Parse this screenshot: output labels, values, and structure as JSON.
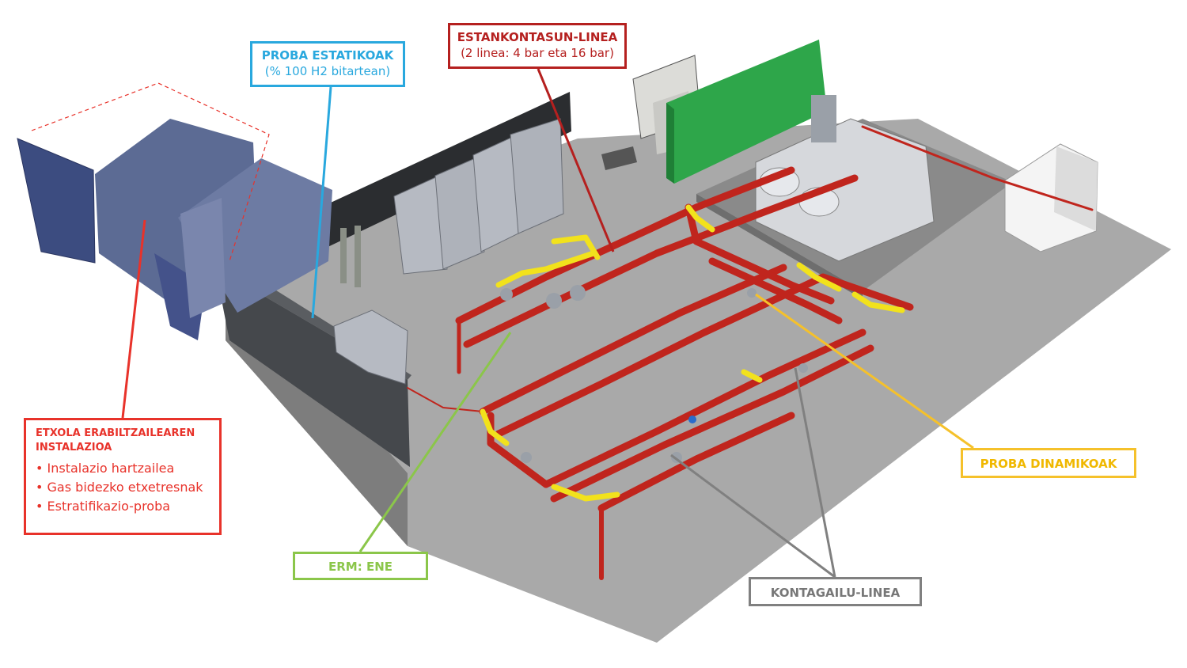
{
  "labels": {
    "static_tests": {
      "title": "PROBA ESTATIKOAK",
      "subtitle": "(% 100 H2 bitartean)",
      "color": "#29a8de"
    },
    "tightness_line": {
      "title": "ESTANKONTASUN-LINEA",
      "subtitle": "(2 linea: 4 bar eta 16 bar)",
      "color": "#b5201f"
    },
    "hut_installation": {
      "title_line1": "ETXOLA ERABILTZAILEAREN",
      "title_line2": "INSTALAZIOA",
      "items": [
        "Instalazio hartzailea",
        "Gas bidezko etxetresnak",
        "Estratifikazio-proba"
      ],
      "color": "#e8322a"
    },
    "erm": {
      "title": "ERM: ENE",
      "color": "#8bc64a"
    },
    "dynamic_tests": {
      "title": "PROBA DINAMIKOAK",
      "color": "#f5c12b"
    },
    "meter_line": {
      "title": "KONTAGAILU-LINEA",
      "color": "#808080"
    }
  },
  "colors": {
    "floor": "#a9a9a9",
    "pipe": "#c0251d",
    "pipe_highlight": "#f2e21c",
    "wall": "#3a3d40",
    "container": "#4a5a8a",
    "green_unit": "#2ea64a"
  }
}
